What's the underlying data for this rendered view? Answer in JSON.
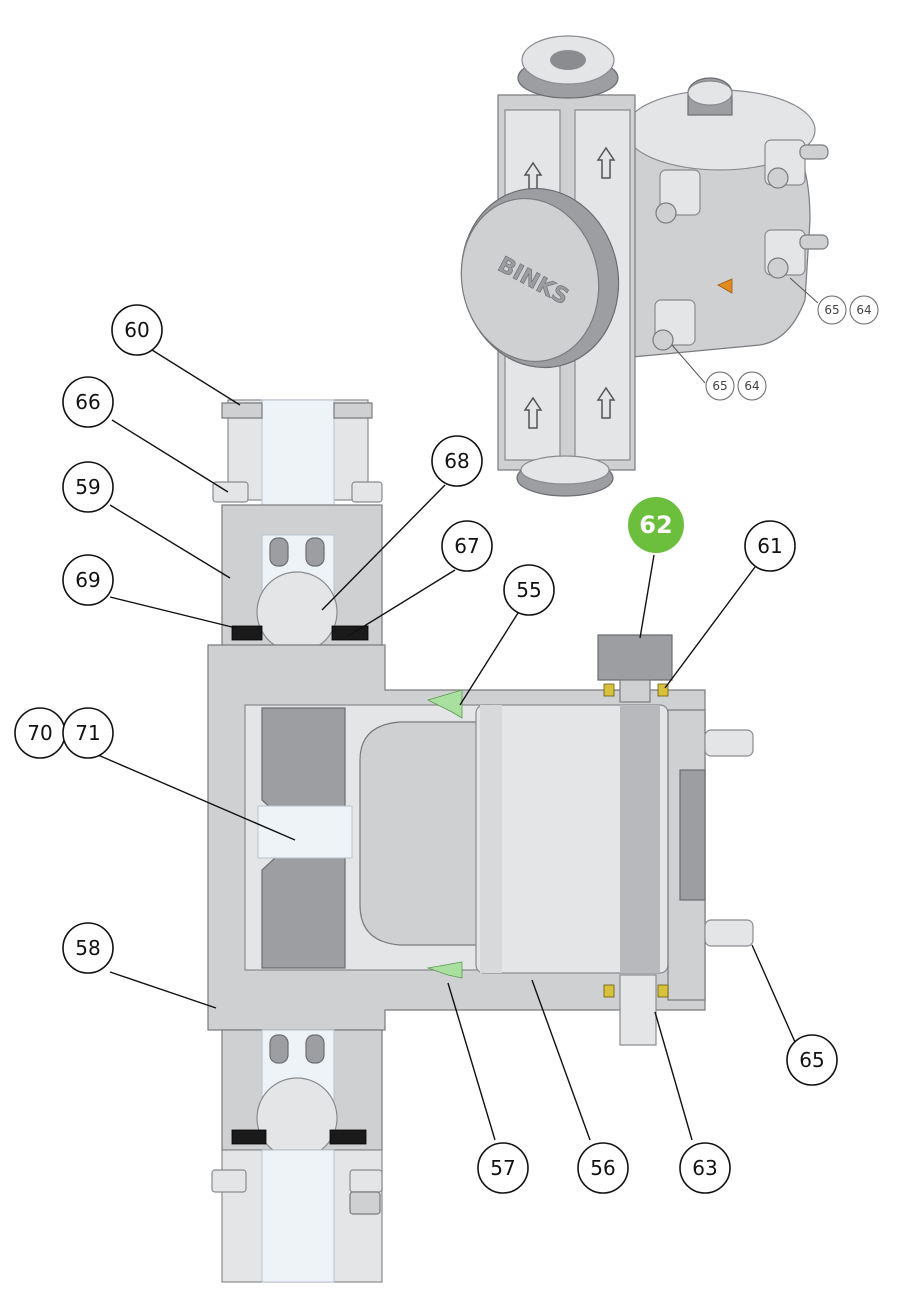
{
  "diagram": {
    "brand_mark": "BINKS",
    "callouts": {
      "c60": "60",
      "c66": "66",
      "c59": "59",
      "c68": "68",
      "c67": "67",
      "c69": "69",
      "c55": "55",
      "c62": "62",
      "c61": "61",
      "c70": "70",
      "c71": "71",
      "c58": "58",
      "c65": "65",
      "c57": "57",
      "c56": "56",
      "c63": "63",
      "iso_a_65": "65",
      "iso_a_64": "64",
      "iso_b_65": "65",
      "iso_b_64": "64"
    },
    "colors": {
      "highlight": "#6cbf3c",
      "metal": "#cfd0d2",
      "seal_black": "#1a1a1a",
      "seal_yellow": "#d8c23c",
      "seal_green": "#a9e0a0"
    }
  }
}
